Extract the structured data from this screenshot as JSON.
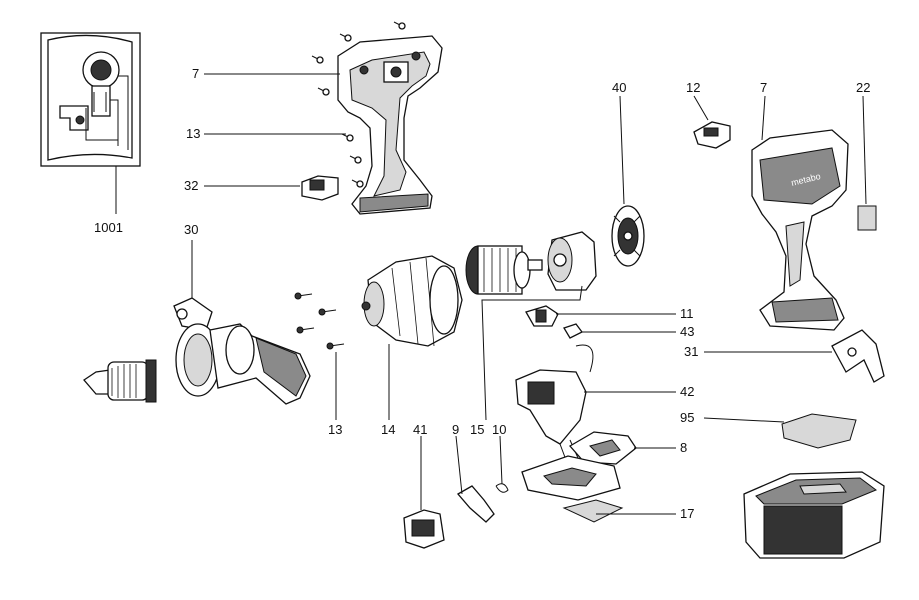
{
  "callouts": {
    "c1001": "1001",
    "c7a": "7",
    "c13a": "13",
    "c32": "32",
    "c30": "30",
    "c40": "40",
    "c12": "12",
    "c7b": "7",
    "c22": "22",
    "c11": "11",
    "c43": "43",
    "c31": "31",
    "c42": "42",
    "c95": "95",
    "c8": "8",
    "c17": "17",
    "c13b": "13",
    "c14": "14",
    "c41": "41",
    "c9": "9",
    "c15": "15",
    "c10": "10"
  },
  "housing_brand": "metabo"
}
